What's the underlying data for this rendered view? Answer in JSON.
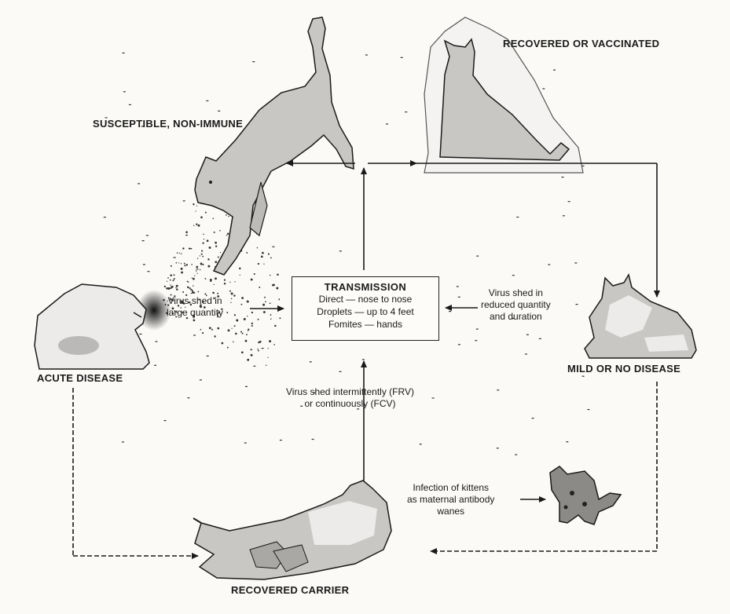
{
  "labels": {
    "susceptible": "SUSCEPTIBLE, NON-IMMUNE",
    "recovered_vaccinated": "RECOVERED OR VACCINATED",
    "acute_disease": "ACUTE DISEASE",
    "mild_disease": "MILD OR NO DISEASE",
    "recovered_carrier": "RECOVERED CARRIER"
  },
  "transmission": {
    "title": "TRANSMISSION",
    "lines": [
      "Direct — nose to nose",
      "Droplets — up to 4 feet",
      "Fomites — hands"
    ]
  },
  "notes": {
    "large_quantity": [
      "Virus shed in",
      "large quantity"
    ],
    "reduced": [
      "Virus shed in",
      "reduced quantity",
      "and duration"
    ],
    "intermittent": [
      "Virus shed intermittently (FRV)",
      "or continuously (FCV)"
    ],
    "kittens": [
      "Infection of kittens",
      "as maternal antibody",
      "wanes"
    ]
  },
  "colors": {
    "cat_fill": "#c9c7c4",
    "cat_light": "#ecebea",
    "ink": "#1a1a1a"
  }
}
